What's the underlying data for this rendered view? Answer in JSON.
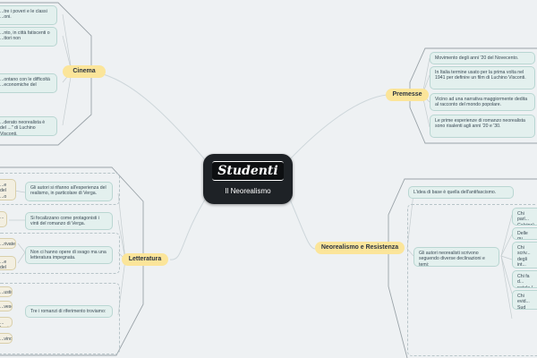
{
  "central": {
    "logo": "Studenti",
    "title": "Il Neorealismo"
  },
  "cinema": {
    "label": "Cinema",
    "items": [
      "...tre i poveri e le classi ...oni.",
      "...nto, in città fatiscenti o ...ttori non",
      "...ontano con le difficoltà ...economiche del",
      "...derato neorealista è del ...\" di Luchino Visconti."
    ]
  },
  "premesse": {
    "label": "Premesse",
    "items": [
      "Movimento degli anni '20 del Novecento.",
      "In Italia termine usato per la prima volta nel 1941 per definire un film di Luchino Visconti.",
      "Vicino ad una narrativa maggiormente dedita al racconto del mondo popolare.",
      "Le prime esperienze di romanzo neorealista sono risalenti agli anni '20 e '30."
    ]
  },
  "letteratura": {
    "label": "Letteratura",
    "items": [
      "Gli autori si rifanno all'esperienza del realismo, in particolare di Verga.",
      "Si focalizzano come protagonisti i vinti del romanzo di Verga.",
      "Non ci hanno opere di svago ma una letteratura impegnata.",
      "Tre i romanzi di riferimento troviamo:"
    ],
    "side_items": [
      "...e del ...o",
      "...",
      "...rivate",
      "...e del",
      "...ustini,",
      "...vese,",
      "... Levi,",
      "...vino."
    ]
  },
  "resistenza": {
    "label": "Neorealismo e Resistenza",
    "intro": "L'idea di base è quella dell'antifascismo.",
    "branch": "Gli autori neorealisti scrivono seguendo diverse declinazioni e temi:",
    "items": [
      "Chi parl... Calvino)",
      "Delle gu...",
      "Chi scriv... degli int... (Pavese)",
      "Chi fa d... natale (...",
      "Chi evid... Sud (Ca..."
    ]
  }
}
